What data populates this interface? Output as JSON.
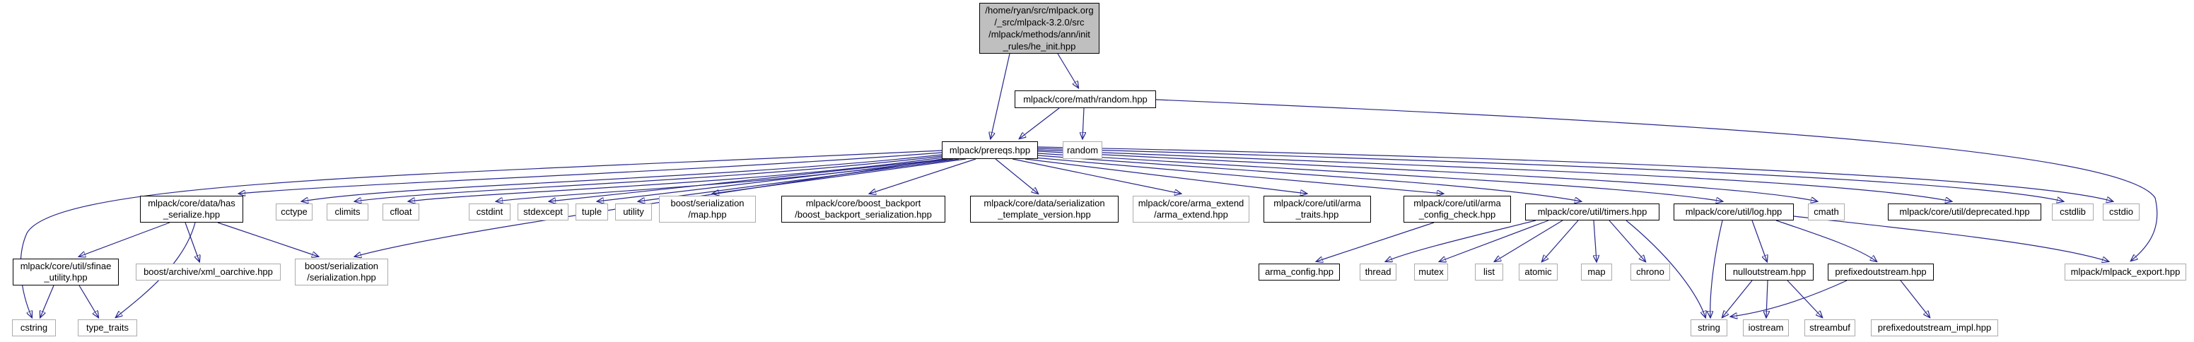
{
  "graph": {
    "title": "include dependency graph for he_init.hpp",
    "edge_color": "#26268d",
    "root_fill": "#bfbfbf",
    "nodes": [
      {
        "label": "/home/ryan/src/mlpack.org\n/_src/mlpack-3.2.0/src\n/mlpack/methods/ann/init\n_rules/he_init.hpp",
        "kind": "root"
      },
      {
        "label": "mlpack/core/math/random.hpp",
        "kind": "documented"
      },
      {
        "label": "mlpack/prereqs.hpp",
        "kind": "documented"
      },
      {
        "label": "random",
        "kind": "external"
      },
      {
        "label": "mlpack/core/data/has\n_serialize.hpp",
        "kind": "documented"
      },
      {
        "label": "cctype",
        "kind": "external"
      },
      {
        "label": "climits",
        "kind": "external"
      },
      {
        "label": "cfloat",
        "kind": "external"
      },
      {
        "label": "cstdint",
        "kind": "external"
      },
      {
        "label": "stdexcept",
        "kind": "external"
      },
      {
        "label": "tuple",
        "kind": "external"
      },
      {
        "label": "utility",
        "kind": "external"
      },
      {
        "label": "boost/serialization\n/map.hpp",
        "kind": "external"
      },
      {
        "label": "mlpack/core/boost_backport\n/boost_backport_serialization.hpp",
        "kind": "documented"
      },
      {
        "label": "mlpack/core/data/serialization\n_template_version.hpp",
        "kind": "documented"
      },
      {
        "label": "mlpack/core/arma_extend\n/arma_extend.hpp",
        "kind": "external"
      },
      {
        "label": "mlpack/core/util/arma\n_traits.hpp",
        "kind": "documented"
      },
      {
        "label": "mlpack/core/util/arma\n_config_check.hpp",
        "kind": "documented"
      },
      {
        "label": "mlpack/core/util/timers.hpp",
        "kind": "documented"
      },
      {
        "label": "mlpack/core/util/log.hpp",
        "kind": "documented"
      },
      {
        "label": "cmath",
        "kind": "external"
      },
      {
        "label": "mlpack/core/util/deprecated.hpp",
        "kind": "documented"
      },
      {
        "label": "cstdlib",
        "kind": "external"
      },
      {
        "label": "cstdio",
        "kind": "external"
      },
      {
        "label": "mlpack/core/util/sfinae\n_utility.hpp",
        "kind": "documented"
      },
      {
        "label": "boost/archive/xml_oarchive.hpp",
        "kind": "external"
      },
      {
        "label": "boost/serialization\n/serialization.hpp",
        "kind": "external"
      },
      {
        "label": "arma_config.hpp",
        "kind": "documented"
      },
      {
        "label": "thread",
        "kind": "external"
      },
      {
        "label": "mutex",
        "kind": "external"
      },
      {
        "label": "list",
        "kind": "external"
      },
      {
        "label": "atomic",
        "kind": "external"
      },
      {
        "label": "map",
        "kind": "external"
      },
      {
        "label": "chrono",
        "kind": "external"
      },
      {
        "label": "nulloutstream.hpp",
        "kind": "documented"
      },
      {
        "label": "prefixedoutstream.hpp",
        "kind": "documented"
      },
      {
        "label": "mlpack/mlpack_export.hpp",
        "kind": "external"
      },
      {
        "label": "cstring",
        "kind": "external"
      },
      {
        "label": "type_traits",
        "kind": "external"
      },
      {
        "label": "string",
        "kind": "external"
      },
      {
        "label": "iostream",
        "kind": "external"
      },
      {
        "label": "streambuf",
        "kind": "external"
      },
      {
        "label": "prefixedoutstream_impl.hpp",
        "kind": "external"
      }
    ]
  }
}
